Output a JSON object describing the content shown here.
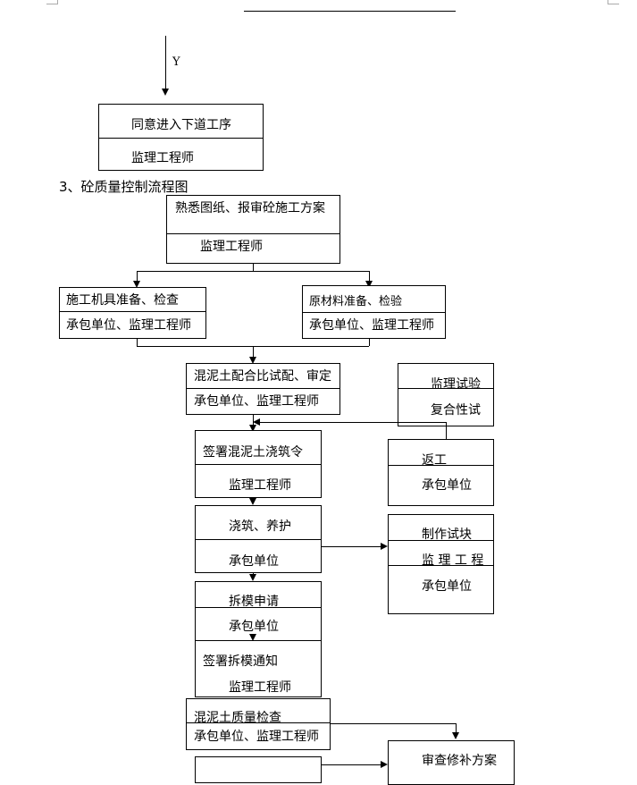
{
  "branch_label": "Y",
  "agree_box": {
    "title": "同意进入下道工序",
    "role": "监理工程师"
  },
  "section_heading": "3、砼质量控制流程图",
  "step1": {
    "title": "熟悉图纸、报审砼施工方案",
    "role": "监理工程师"
  },
  "step2a": {
    "title": "施工机具准备、检查",
    "role": "承包单位、监理工程师"
  },
  "step2b": {
    "title": "原材料准备、检验",
    "role": "承包单位、监理工程师"
  },
  "step3": {
    "title": "混泥土配合比试配、审定",
    "role": "承包单位、监理工程师"
  },
  "side_test": {
    "title": "监理试验",
    "role": "复合性试"
  },
  "step4": {
    "title": "签署混泥土浇筑令",
    "role": "监理工程师"
  },
  "side_rework": {
    "title": "返工",
    "role": "承包单位"
  },
  "step5": {
    "title": "浇筑、养护",
    "role": "承包单位"
  },
  "side_sample": {
    "title": "制作试块",
    "mid": "监 理 工 程",
    "role": "承包单位"
  },
  "step6": {
    "title": "拆模申请",
    "role": "承包单位"
  },
  "step7": {
    "title": "签署拆模通知",
    "role": "监理工程师"
  },
  "step8": {
    "title": "混泥土质量检查",
    "role": "承包单位、监理工程师"
  },
  "side_review": {
    "title": "审查修补方案"
  }
}
